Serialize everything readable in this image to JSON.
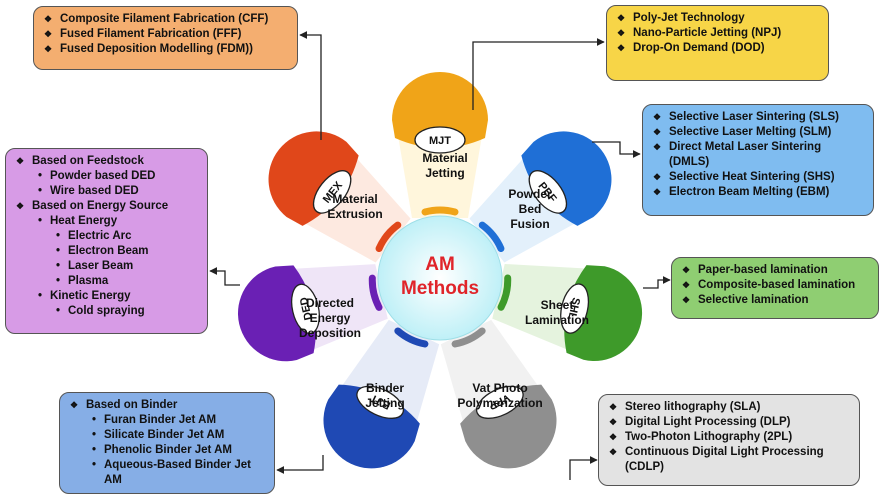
{
  "center": {
    "line1": "AM",
    "line2": "Methods"
  },
  "petals": [
    {
      "id": "mjt",
      "abbr": "MJT",
      "name": "Material\nJetting",
      "color": "#f0a418"
    },
    {
      "id": "pbf",
      "abbr": "PBF",
      "name": "Powder\nBed\nFusion",
      "color": "#1f6fd6"
    },
    {
      "id": "shl",
      "abbr": "SHL",
      "name": "Sheet\nLamination",
      "color": "#3e9a2a"
    },
    {
      "id": "vpp",
      "abbr": "VPP",
      "name": "Vat Photo\nPolymerization",
      "color": "#8f8f8f"
    },
    {
      "id": "bjt",
      "abbr": "BJT",
      "name": "Binder\nJetting",
      "color": "#1f49b4"
    },
    {
      "id": "ded",
      "abbr": "DED",
      "name": "Directed\nEnergy\nDeposition",
      "color": "#6a20b4"
    },
    {
      "id": "mex",
      "abbr": "MEX",
      "name": "Material\nExtrusion",
      "color": "#e0471a"
    }
  ],
  "boxes": {
    "mex": {
      "color": "#f4ae70",
      "items": [
        {
          "lvl": "d",
          "text": "Composite Filament Fabrication (CFF)"
        },
        {
          "lvl": "d",
          "text": "Fused Filament Fabrication (FFF)"
        },
        {
          "lvl": "d",
          "text": "Fused Deposition Modelling (FDM))"
        }
      ]
    },
    "mjt": {
      "color": "#f7d547",
      "items": [
        {
          "lvl": "d",
          "text": "Poly-Jet Technology"
        },
        {
          "lvl": "d",
          "text": "Nano-Particle Jetting (NPJ)"
        },
        {
          "lvl": "d",
          "text": "Drop-On Demand (DOD)"
        }
      ]
    },
    "pbf": {
      "color": "#7fbcf0",
      "items": [
        {
          "lvl": "d",
          "text": "Selective Laser Sintering (SLS)"
        },
        {
          "lvl": "d",
          "text": "Selective Laser Melting (SLM)"
        },
        {
          "lvl": "d",
          "text": "Direct Metal Laser Sintering (DMLS)"
        },
        {
          "lvl": "d",
          "text": "Selective Heat Sintering (SHS)"
        },
        {
          "lvl": "d",
          "text": "Electron Beam Melting (EBM)"
        }
      ]
    },
    "ded": {
      "color": "#d79be6",
      "items": [
        {
          "lvl": "d",
          "text": "Based on Feedstock"
        },
        {
          "lvl": "s",
          "text": "Powder based DED"
        },
        {
          "lvl": "s",
          "text": "Wire based DED"
        },
        {
          "lvl": "d",
          "text": "Based on Energy Source"
        },
        {
          "lvl": "s",
          "text": "Heat Energy"
        },
        {
          "lvl": "t",
          "text": "Electric Arc"
        },
        {
          "lvl": "t",
          "text": "Electron Beam"
        },
        {
          "lvl": "t",
          "text": "Laser Beam"
        },
        {
          "lvl": "t",
          "text": "Plasma"
        },
        {
          "lvl": "s",
          "text": "Kinetic Energy"
        },
        {
          "lvl": "t",
          "text": "Cold spraying"
        }
      ]
    },
    "shl": {
      "color": "#8fce72",
      "items": [
        {
          "lvl": "d",
          "text": "Paper-based lamination"
        },
        {
          "lvl": "d",
          "text": "Composite-based lamination"
        },
        {
          "lvl": "d",
          "text": "Selective lamination"
        }
      ]
    },
    "bjt": {
      "color": "#86aee6",
      "items": [
        {
          "lvl": "d",
          "text": "Based on Binder"
        },
        {
          "lvl": "s",
          "text": "Furan Binder Jet AM"
        },
        {
          "lvl": "s",
          "text": "Silicate Binder Jet AM"
        },
        {
          "lvl": "s",
          "text": "Phenolic Binder Jet AM"
        },
        {
          "lvl": "s",
          "text": "Aqueous-Based Binder Jet AM"
        }
      ]
    },
    "vpp": {
      "color": "#e3e3e3",
      "items": [
        {
          "lvl": "d",
          "text": "Stereo lithography (SLA)"
        },
        {
          "lvl": "d",
          "text": "Digital Light Processing (DLP)"
        },
        {
          "lvl": "d",
          "text": "Two-Photon Lithography (2PL)"
        },
        {
          "lvl": "d",
          "text": "Continuous Digital Light Processing (CDLP)"
        }
      ]
    }
  }
}
